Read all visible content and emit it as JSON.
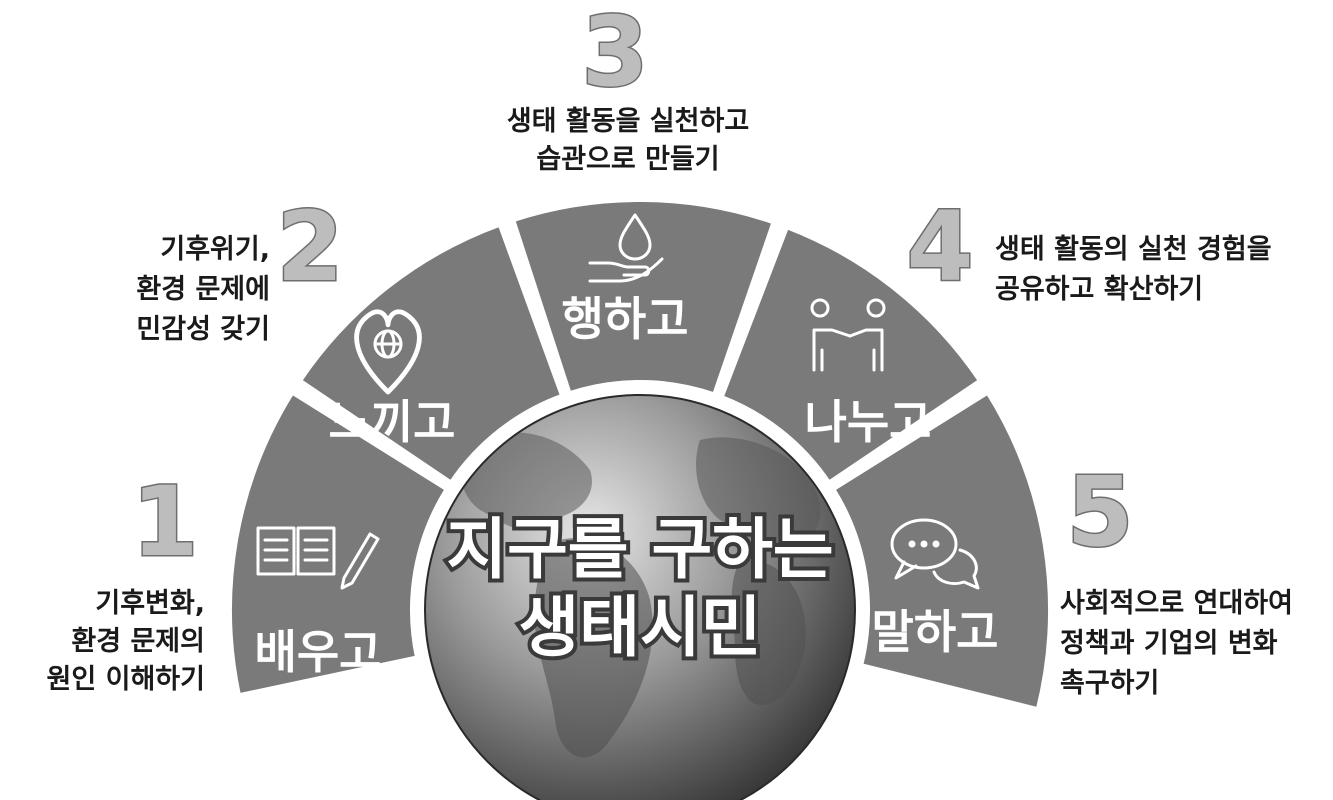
{
  "title": {
    "line1": "지구를 구하는",
    "line2": "생태시민"
  },
  "steps": [
    {
      "number": "1",
      "label": "배우고",
      "icon": "book-pencil-icon",
      "description": [
        "기후변화,",
        "환경 문제의",
        "원인 이해하기"
      ]
    },
    {
      "number": "2",
      "label": "느끼고",
      "icon": "heart-globe-icon",
      "description": [
        "기후위기,",
        "환경 문제에",
        "민감성 갖기"
      ]
    },
    {
      "number": "3",
      "label": "행하고",
      "icon": "hand-water-drop-icon",
      "description": [
        "생태 활동을 실천하고",
        "습관으로 만들기"
      ]
    },
    {
      "number": "4",
      "label": "나누고",
      "icon": "people-sharing-icon",
      "description": [
        "생태 활동의 실천 경험을",
        "공유하고 확산하기"
      ]
    },
    {
      "number": "5",
      "label": "말하고",
      "icon": "speech-bubbles-icon",
      "description": [
        "사회적으로 연대하여",
        "정책과 기업의 변화",
        "촉구하기"
      ]
    }
  ],
  "colors": {
    "segment": "#7a7a7a",
    "number_fill": "#bdbdbd",
    "globe_light": "#d9d9d9",
    "globe_dark": "#3d3d3d"
  }
}
